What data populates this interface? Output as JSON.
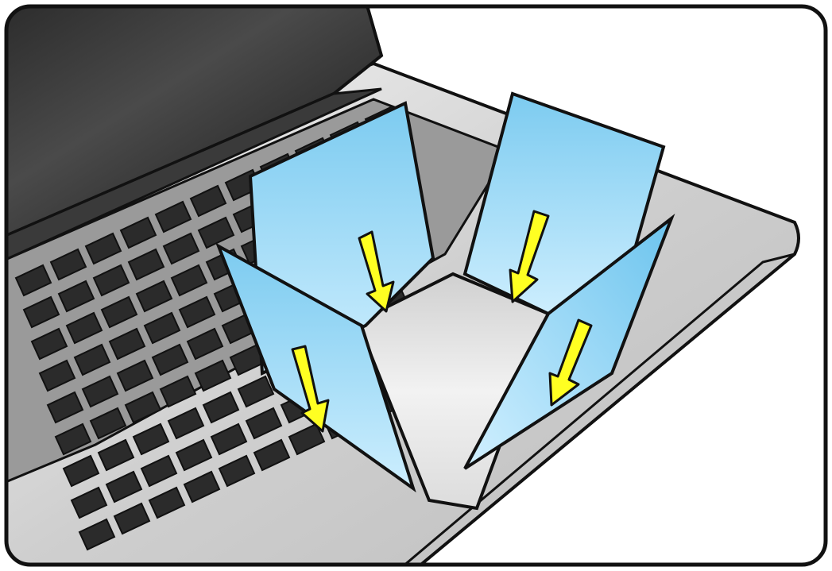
{
  "illustration": {
    "subject": "laptop-trackpad-with-protective-cards",
    "card_count": 4,
    "arrow_count": 4
  },
  "colors": {
    "frame_border": "#111111",
    "screen": "#1c1c1c",
    "chassis": "#d9d9d9",
    "key": "#2a2a2a",
    "card_fill_top": "#8fd0f2",
    "card_fill_bottom": "#d4efff",
    "arrow": "#ffff33",
    "trackpad": "#e6e6e6"
  }
}
